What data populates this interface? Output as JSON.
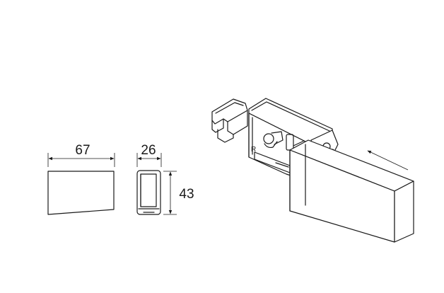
{
  "dimensions": {
    "width": "67",
    "depth": "26",
    "height": "43"
  },
  "part_marking": "R"
}
